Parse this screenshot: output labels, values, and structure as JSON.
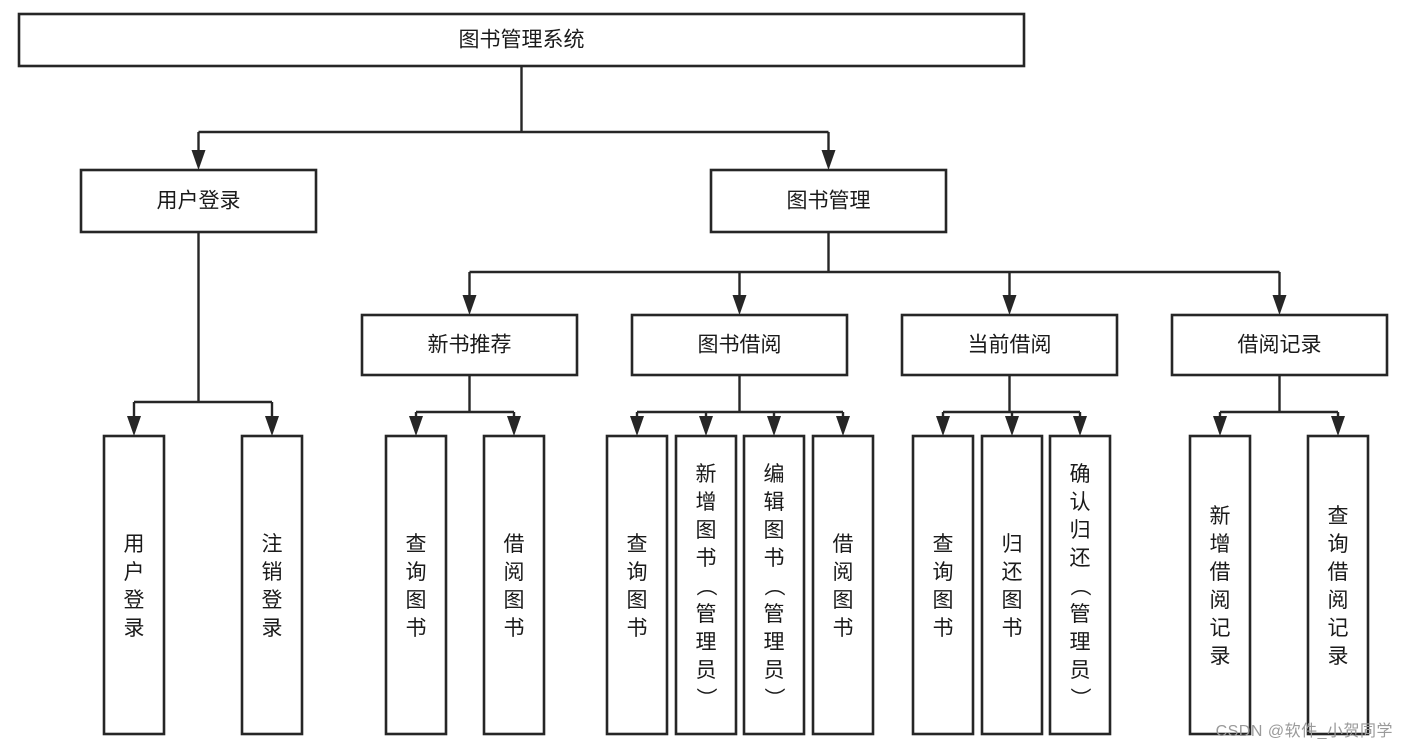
{
  "diagram": {
    "title": "图书管理系统",
    "watermark": "CSDN @软件_小贺同学",
    "root": {
      "label": "图书管理系统"
    },
    "level2": [
      {
        "label": "用户登录"
      },
      {
        "label": "图书管理"
      }
    ],
    "level3": [
      {
        "label": "新书推荐"
      },
      {
        "label": "图书借阅"
      },
      {
        "label": "当前借阅"
      },
      {
        "label": "借阅记录"
      }
    ],
    "leaves": {
      "user_login": [
        {
          "label": "用户登录"
        },
        {
          "label": "注销登录"
        }
      ],
      "new_book_recommend": [
        {
          "label": "查询图书"
        },
        {
          "label": "借阅图书"
        }
      ],
      "book_borrow": [
        {
          "label": "查询图书"
        },
        {
          "label": "新增图书（管理员）"
        },
        {
          "label": "编辑图书（管理员）"
        },
        {
          "label": "借阅图书"
        }
      ],
      "current_borrow": [
        {
          "label": "查询图书"
        },
        {
          "label": "归还图书"
        },
        {
          "label": "确认归还（管理员）"
        }
      ],
      "borrow_record": [
        {
          "label": "新增借阅记录"
        },
        {
          "label": "查询借阅记录"
        }
      ]
    },
    "colors": {
      "stroke": "#262626",
      "fill": "#ffffff",
      "text": "#1a1a1a",
      "watermark": "#9a9a9a"
    }
  }
}
